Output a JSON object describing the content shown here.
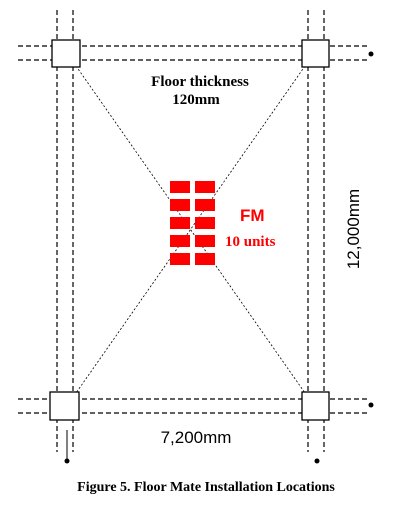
{
  "diagram": {
    "slab_label_line1": "Floor thickness",
    "slab_label_line2": "120mm",
    "device_label": "FM",
    "device_count_label": "10 units",
    "vertical_span_label": "12,000mm",
    "horizontal_span_label": "7,200mm",
    "caption": "Figure 5. Floor Mate Installation Locations",
    "device_units": 10,
    "colors": {
      "device": "#ff0000",
      "lines": "#000000",
      "background": "#ffffff"
    }
  }
}
